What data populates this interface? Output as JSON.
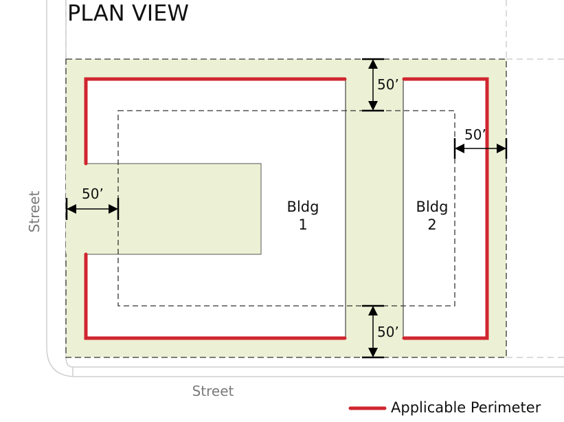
{
  "title": "PLAN VIEW",
  "streets": {
    "left": "Street",
    "bottom": "Street"
  },
  "buildings": [
    {
      "line1": "Bldg",
      "line2": "1"
    },
    {
      "line1": "Bldg",
      "line2": "2"
    }
  ],
  "dimensions": {
    "top_gap": "50’",
    "bottom_gap": "50’",
    "right_setback": "50’",
    "left_setback": "50’"
  },
  "legend": {
    "label": "Applicable Perimeter"
  },
  "colors": {
    "perimeter": "#d0262f",
    "zone_fill": "#ecf1d5",
    "street_text": "#7a7a7a",
    "outline": "#222222"
  }
}
